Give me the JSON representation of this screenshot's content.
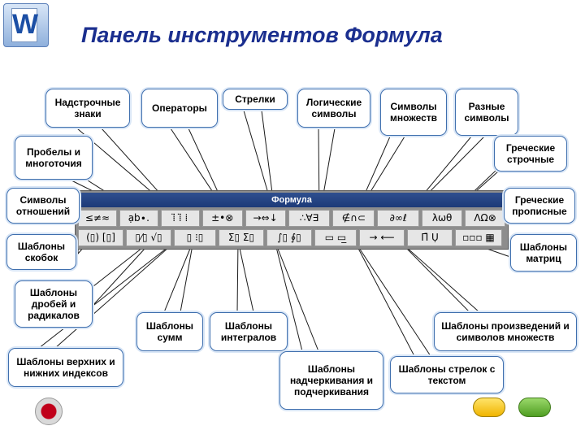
{
  "header": {
    "logo_letter": "W",
    "title": "Панель инструментов Формула"
  },
  "toolbar": {
    "window_title": "Формула",
    "row1": [
      "≤≠≈",
      "ạb∙.",
      "⁞̈ ⁞̈ ⁞",
      "±•⊗",
      "→⇔↓",
      "∴∀∃",
      "∉∩⊂",
      "∂∞ℓ",
      "λωθ",
      "ΛΩ⊗"
    ],
    "row2": [
      "(▯) [▯]",
      "▯⁄▯ √▯",
      "▯ ⁝▯",
      "Σ▯ Σ▯",
      "∫▯ ∮▯",
      "▭ ▭̲",
      "→ ⟵",
      "Π̄ Ụ",
      "▫▫▫ ▦"
    ]
  },
  "callouts": {
    "overhead": "Надстрочные знаки",
    "operators": "Операторы",
    "arrows": "Стрелки",
    "logic": "Логические символы",
    "sets": "Символы множеств",
    "misc": "Разные символы",
    "spaces": "Пробелы и многоточия",
    "greek_lower": "Греческие строчные",
    "relations": "Символы отношений",
    "greek_upper": "Греческие прописные",
    "brackets": "Шаблоны скобок",
    "matrices": "Шаблоны матриц",
    "fractions": "Шаблоны дробей и радикалов",
    "sums": "Шаблоны сумм",
    "integrals": "Шаблоны интегралов",
    "products": "Шаблоны произведений и символов множеств",
    "scripts": "Шаблоны верхних и нижних индексов",
    "underover": "Шаблоны надчеркивания и подчеркивания",
    "labeled_arrows": "Шаблоны стрелок с текстом"
  },
  "colors": {
    "title": "#1b2f8f",
    "callout_border": "#3f6fae",
    "leader_line": "#1a1a1a",
    "toolbar_titlebar": "#2f4f8f"
  },
  "navigation": {
    "stop_icon": "red-stop-button-icon",
    "prev_icon": "yellow-pill-button-icon",
    "next_icon": "green-pill-button-icon"
  }
}
